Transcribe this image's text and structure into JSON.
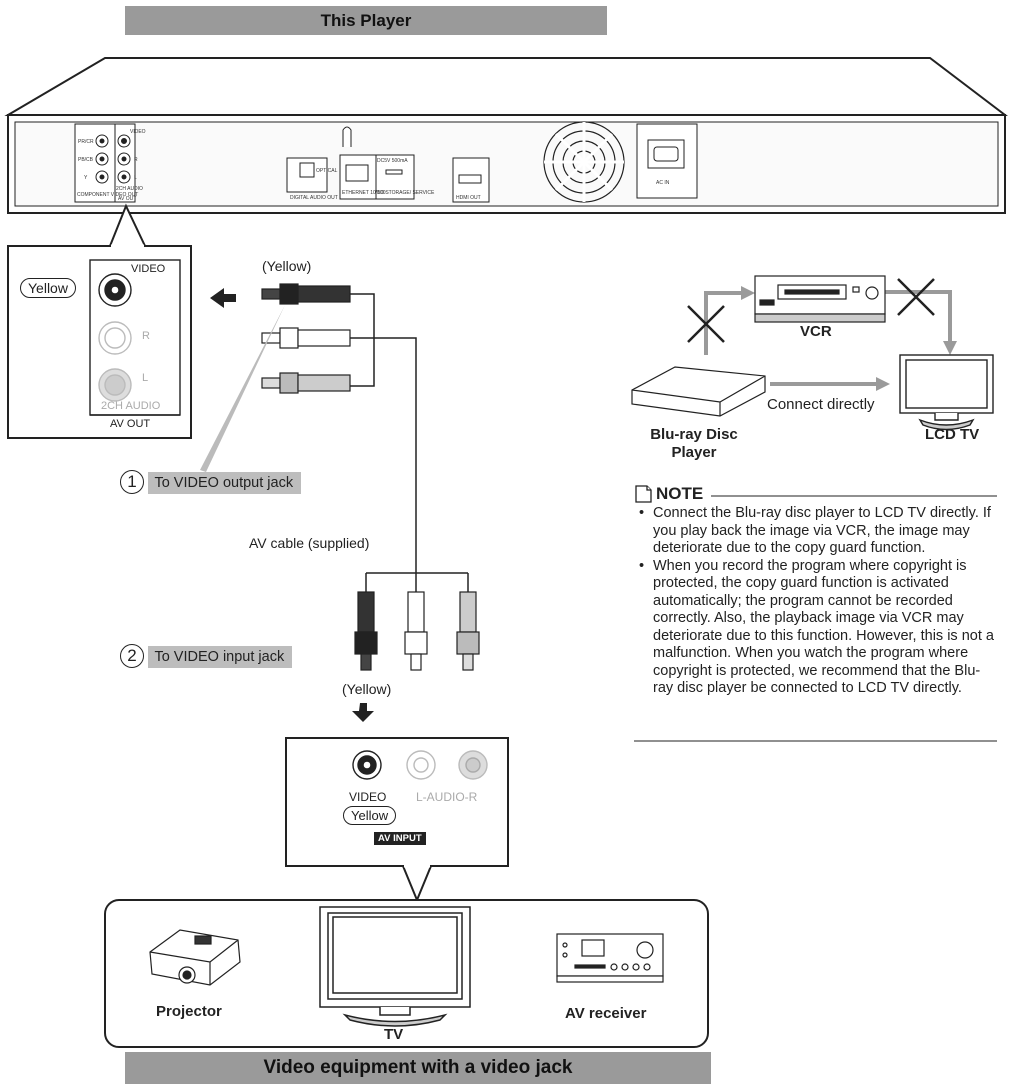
{
  "header": {
    "title": "This Player"
  },
  "footer": {
    "title": "Video equipment with a video jack"
  },
  "player_panel": {
    "ports": {
      "pb_cr": "PR/CR",
      "pb_cb": "PB/CB",
      "y": "Y",
      "video": "VIDEO",
      "r": "R",
      "l": "L",
      "component": "COMPONENT VIDEO OUT",
      "audio2ch": "2CH AUDIO",
      "avout": "AV OUT",
      "optical": "OPTICAL",
      "digital": "DIGITAL AUDIO OUT",
      "ethernet": "ETHERNET 10/100",
      "dc": "DC5V 500mA",
      "bd": "BD STORAGE/ SERVICE",
      "hdmi": "HDMI OUT",
      "acin": "AC IN"
    }
  },
  "zoom_avout": {
    "yellow": "Yellow",
    "video": "VIDEO",
    "r": "R",
    "l": "L",
    "audio": "2CH AUDIO",
    "avout": "AV OUT"
  },
  "cable": {
    "yellow_top": "(Yellow)",
    "step1_num": "1",
    "step1_text": "To VIDEO output jack",
    "cable_label": "AV cable (supplied)",
    "step2_num": "2",
    "step2_text": "To VIDEO input jack",
    "yellow_bottom": "(Yellow)"
  },
  "av_input_box": {
    "video": "VIDEO",
    "audio": "L-AUDIO-R",
    "yellow": "Yellow",
    "avinput": "AV INPUT"
  },
  "devices": {
    "projector": "Projector",
    "tv": "TV",
    "receiver": "AV receiver"
  },
  "vcr_diagram": {
    "vcr": "VCR",
    "player": "Blu-ray Disc Player",
    "player_line1": "Blu-ray Disc",
    "player_line2": "Player",
    "lcd": "LCD TV",
    "connect": "Connect directly"
  },
  "note": {
    "heading": "NOTE",
    "items": [
      "Connect the Blu-ray disc player to LCD TV directly. If you play back the image via VCR, the image may deteriorate due to the copy guard function.",
      "When you record the program where copyright is protected, the copy guard function is activated automatically; the program cannot be recorded correctly. Also, the playback image via VCR may deteriorate due to this function. However, this is not a malfunction. When you watch the program where copyright is protected, we recommend that the Blu-ray disc player be connected to LCD TV directly."
    ]
  },
  "colors": {
    "banner": "#9a9a9a",
    "arrow_gray": "#9a9a9a",
    "line": "#222222"
  }
}
